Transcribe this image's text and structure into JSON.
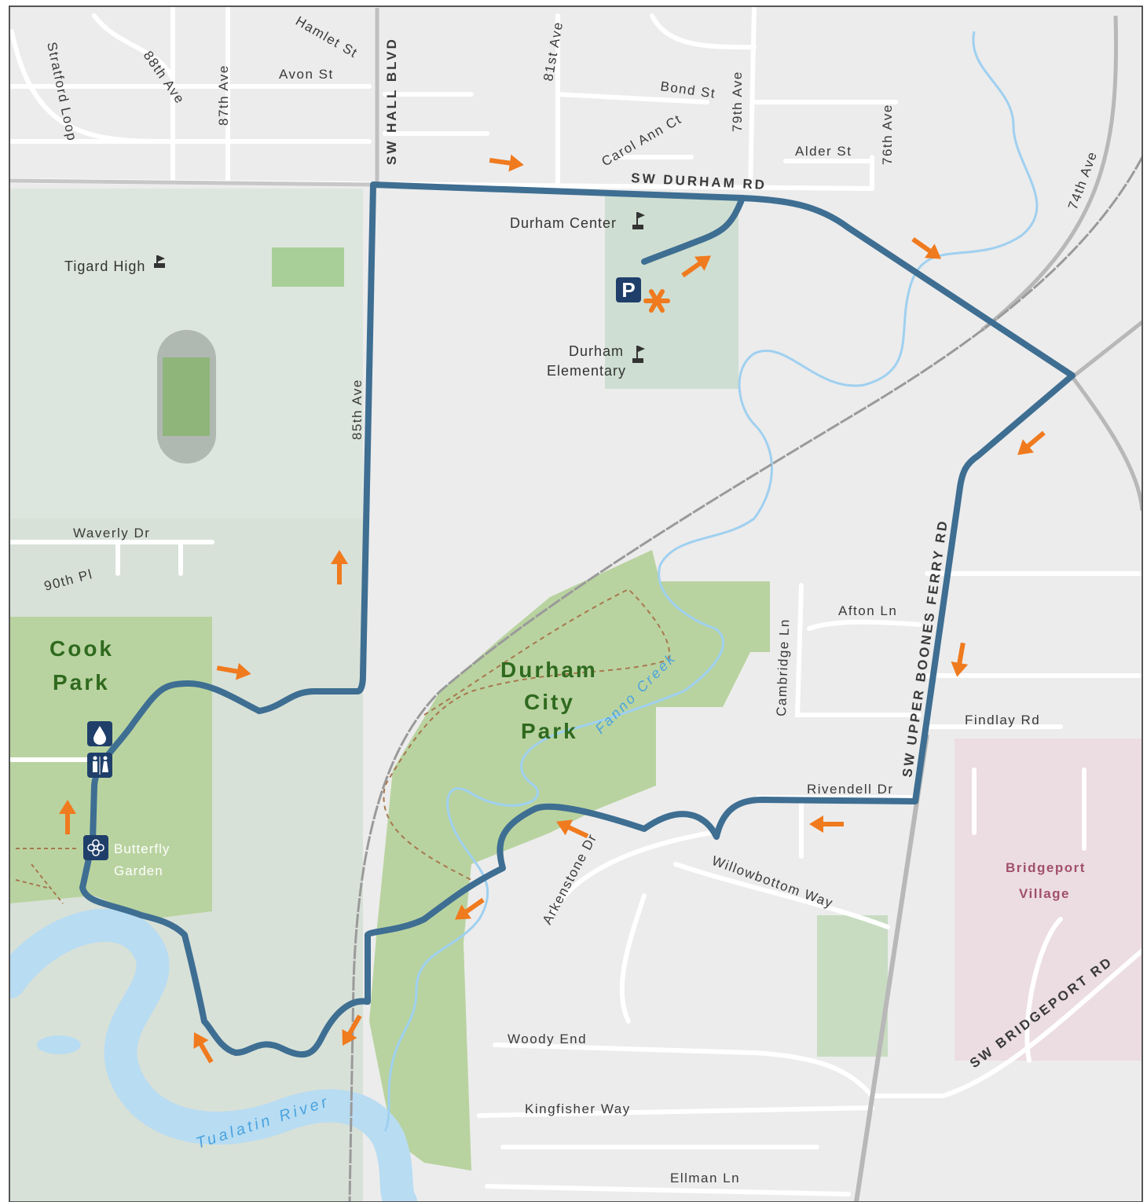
{
  "colors": {
    "route": "#3e6e92",
    "arrow": "#f07a1e",
    "park": "#b9d3a0",
    "park_dark": "#8fb57a",
    "water": "#b8dcf2",
    "creek": "#9fd0f0",
    "road": "#ffffff",
    "background": "#ececec",
    "icon_bg": "#1f3f6a"
  },
  "streets": {
    "stratford_loop": "Stratford Loop",
    "ave_88": "88th Ave",
    "hamlet": "Hamlet St",
    "avon": "Avon St",
    "ave_87": "87th Ave",
    "hall_blvd": "SW HALL BLVD",
    "ave_81": "81st Ave",
    "bond": "Bond St",
    "ave_79": "79th Ave",
    "carol_ann": "Carol Ann Ct",
    "alder": "Alder St",
    "ave_76": "76th Ave",
    "ave_74": "74th Ave",
    "durham_rd": "SW DURHAM RD",
    "ave_85": "85th Ave",
    "waverly": "Waverly Dr",
    "pl_90": "90th Pl",
    "afton": "Afton Ln",
    "cambridge": "Cambridge Ln",
    "upper_boones": "SW UPPER BOONES FERRY RD",
    "findlay": "Findlay Rd",
    "rivendell": "Rivendell Dr",
    "arkenstone": "Arkenstone Dr",
    "willowbottom": "Willowbottom Way",
    "woody_end": "Woody End",
    "kingfisher": "Kingfisher Way",
    "ellman": "Ellman Ln",
    "bridgeport_rd": "SW BRIDGEPORT RD"
  },
  "places": {
    "tigard_high": "Tigard High",
    "durham_center": "Durham Center",
    "durham_elementary_1": "Durham",
    "durham_elementary_2": "Elementary",
    "cook_park_1": "Cook",
    "cook_park_2": "Park",
    "durham_city_park_1": "Durham",
    "durham_city_park_2": "City",
    "durham_city_park_3": "Park",
    "bridgeport_1": "Bridgeport",
    "bridgeport_2": "Village",
    "butterfly_1": "Butterfly",
    "butterfly_2": "Garden"
  },
  "water": {
    "tualatin": "Tualatin River",
    "fanno": "Fanno Creek"
  },
  "icons": {
    "parking": "P",
    "parking_icon": "parking-icon",
    "water_icon": "drinking-water-icon",
    "restroom_icon": "restroom-icon",
    "butterfly_icon": "butterfly-garden-icon",
    "start_icon": "start-asterisk-icon",
    "flag_icon": "school-flag-icon",
    "arrow_icon": "direction-arrow-icon"
  }
}
